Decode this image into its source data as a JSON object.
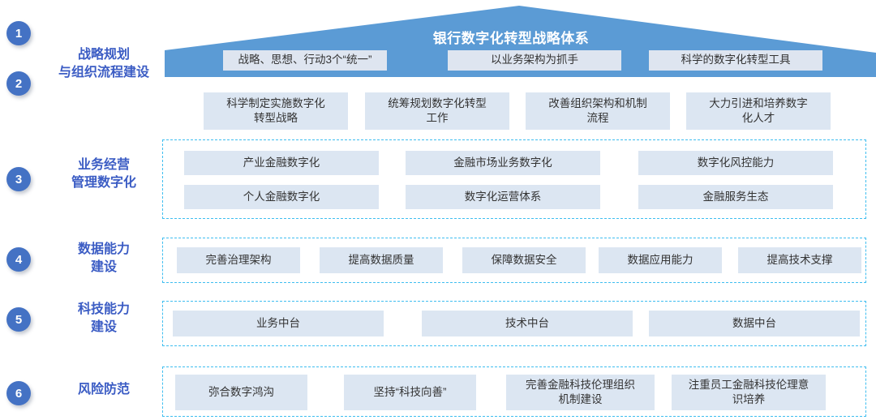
{
  "diagram": {
    "title": "银行数字化转型战略体系",
    "accent_blue": "#4472C4",
    "pyramid_fill": "#5B9BD5",
    "chip_fill": "#DCE6F2",
    "dash_color": "#3FBEF0",
    "label_color": "#3B5CC4"
  },
  "badges": [
    {
      "num": "1"
    },
    {
      "num": "2"
    },
    {
      "num": "3"
    },
    {
      "num": "4"
    },
    {
      "num": "5"
    },
    {
      "num": "6"
    }
  ],
  "stages": [
    {
      "label": "战略规划\n与组织流程建设"
    },
    {
      "label": "业务经营\n管理数字化"
    },
    {
      "label": "数据能力\n建设"
    },
    {
      "label": "科技能力\n建设"
    },
    {
      "label": "风险防范"
    }
  ],
  "pyramid_chips": [
    {
      "text": "战略、思想、行动3个“统一”"
    },
    {
      "text": "以业务架构为抓手"
    },
    {
      "text": "科学的数字化转型工具"
    }
  ],
  "row_strategy": [
    {
      "text": "科学制定实施数字化\n转型战略"
    },
    {
      "text": "统筹规划数字化转型\n工作"
    },
    {
      "text": "改善组织架构和机制\n流程"
    },
    {
      "text": "大力引进和培养数字\n化人才"
    }
  ],
  "row_business": [
    {
      "text": "产业金融数字化"
    },
    {
      "text": "金融市场业务数字化"
    },
    {
      "text": "数字化风控能力"
    },
    {
      "text": "个人金融数字化"
    },
    {
      "text": "数字化运营体系"
    },
    {
      "text": "金融服务生态"
    }
  ],
  "row_data": [
    {
      "text": "完善治理架构"
    },
    {
      "text": "提高数据质量"
    },
    {
      "text": "保障数据安全"
    },
    {
      "text": "数据应用能力"
    },
    {
      "text": "提高技术支撑"
    }
  ],
  "row_tech": [
    {
      "text": "业务中台"
    },
    {
      "text": "技术中台"
    },
    {
      "text": "数据中台"
    }
  ],
  "row_risk": [
    {
      "text": "弥合数字鸿沟"
    },
    {
      "text": "坚持“科技向善”"
    },
    {
      "text": "完善金融科技伦理组织\n机制建设"
    },
    {
      "text": "注重员工金融科技伦理意\n识培养"
    }
  ]
}
